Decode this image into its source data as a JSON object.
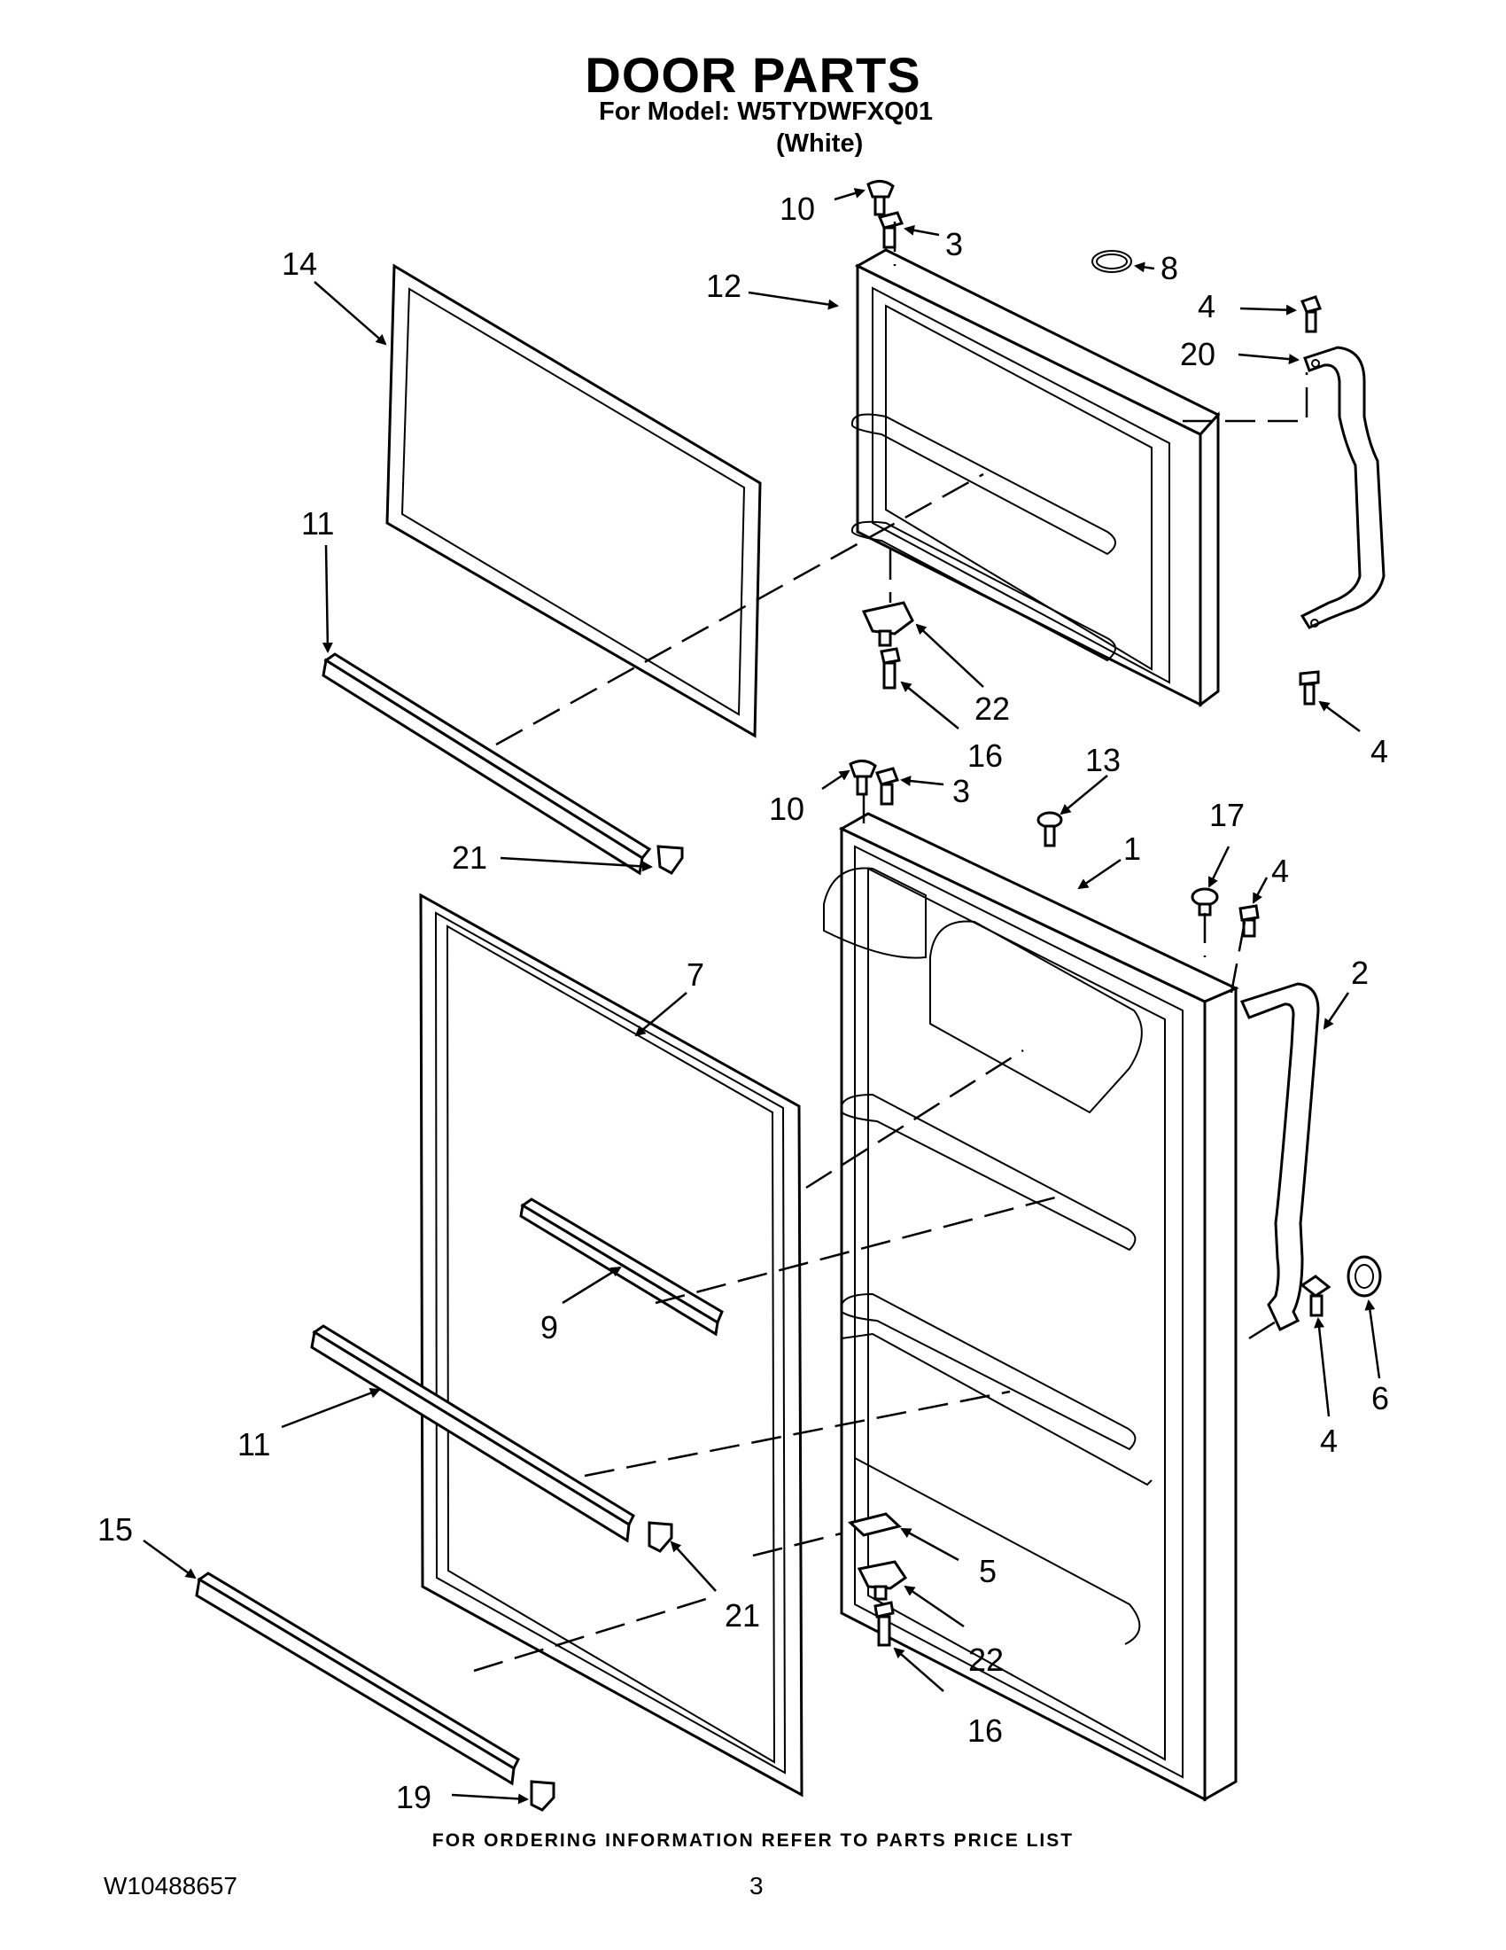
{
  "header": {
    "title": "DOOR PARTS",
    "model_line": "For Model: W5TYDWFXQ01",
    "color_line": "(White)"
  },
  "footer": {
    "ordering_note": "FOR ORDERING INFORMATION REFER TO PARTS PRICE LIST",
    "document_number": "W10488657",
    "page_number": "3"
  },
  "callouts": {
    "c10a": "10",
    "c3a": "3",
    "c8": "8",
    "c4a": "4",
    "c20": "20",
    "c14": "14",
    "c12": "12",
    "c11a": "11",
    "c22a": "22",
    "c16a": "16",
    "c4b": "4",
    "c10b": "10",
    "c3b": "3",
    "c13": "13",
    "c17": "17",
    "c4c": "4",
    "c1": "1",
    "c21a": "21",
    "c7": "7",
    "c2": "2",
    "c9": "9",
    "c4d": "4",
    "c6": "6",
    "c11b": "11",
    "c15": "15",
    "c21b": "21",
    "c5": "5",
    "c22b": "22",
    "c16b": "16",
    "c19": "19"
  }
}
